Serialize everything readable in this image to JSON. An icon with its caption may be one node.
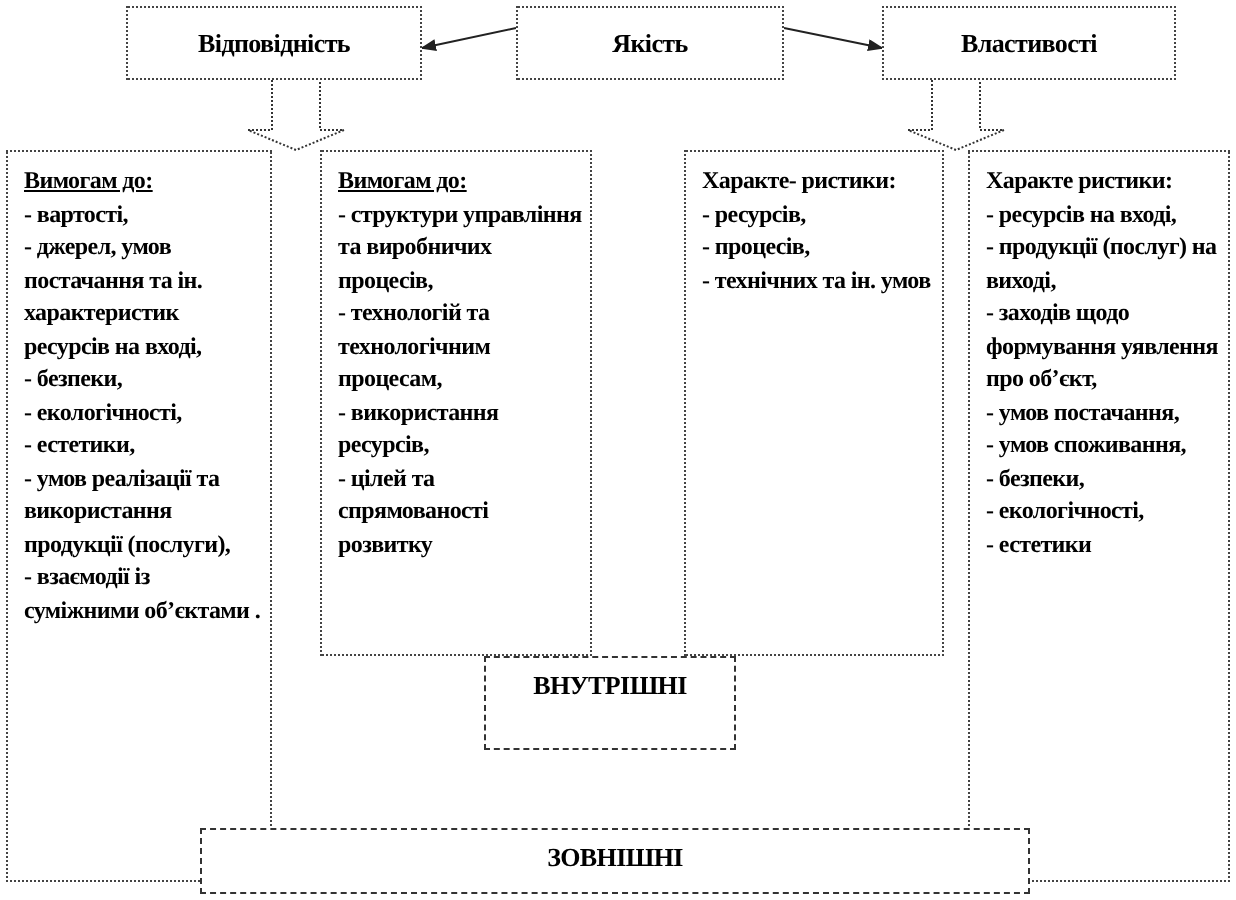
{
  "diagram": {
    "nodes": [
      {
        "text": [
          "Відповідність"
        ]
      },
      {
        "text": [
          "Якість"
        ]
      },
      {
        "text": [
          "Властивості"
        ]
      },
      {
        "text": [
          "Вимогам до:",
          "- вартості,",
          "- джерел, умов постачання та ін. характеристик ресурсів на вході,",
          "- безпеки,",
          "- екологічності,",
          "- естетики,",
          "- умов реалізації та використання продукції (послуги),",
          "- взаємодії із суміжними об’єктами ."
        ]
      },
      {
        "text": [
          "Вимогам до:",
          "- структури управління та виробничих процесів,",
          "- технологій та технологічним процесам,",
          "- використання ресурсів,",
          "- цілей та спрямованості розвитку"
        ]
      },
      {
        "text": [
          "Характе- ристики:",
          "- ресурсів,",
          "- процесів,",
          "- технічних та ін. умов"
        ]
      },
      {
        "text": [
          "Характе ристики:",
          "- ресурсів на вході,",
          "- продукції (послуг) на виході,",
          "- заходів щодо формування уявлення про об’єкт,",
          "- умов постачання,",
          "- умов споживання,",
          "- безпеки,",
          "- екологічності,",
          "- естетики"
        ]
      },
      {
        "text": [
          "ВНУТРІШНІ"
        ]
      },
      {
        "text": [
          "ЗОВНІШНІ"
        ]
      }
    ],
    "edges": [
      {
        "from": 1,
        "to": 0,
        "arrow": "to"
      },
      {
        "from": 1,
        "to": 2,
        "arrow": "to"
      },
      {
        "from": 0,
        "to": 3,
        "arrow": "to",
        "style": "thick"
      },
      {
        "from": 0,
        "to": 4,
        "arrow": "to",
        "style": "thick"
      },
      {
        "from": 2,
        "to": 5,
        "arrow": "to",
        "style": "thick"
      },
      {
        "from": 2,
        "to": 6,
        "arrow": "to",
        "style": "thick"
      }
    ]
  }
}
